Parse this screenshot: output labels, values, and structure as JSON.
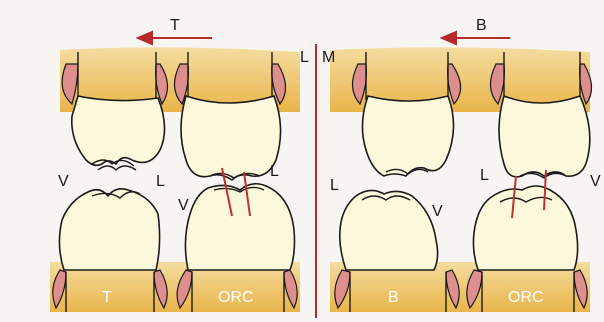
{
  "colors": {
    "background": "#f7f5f1",
    "crown": "#fbf8dc",
    "root": "#e9b54a",
    "gum": "#dc8f8d",
    "divider": "#b52a2a",
    "arrow": "#b52a2a",
    "contact_line": "#c0302e",
    "outline": "#1a1a1a"
  },
  "arrows": {
    "left": {
      "label": "T",
      "direction": "left"
    },
    "right": {
      "label": "B",
      "direction": "left"
    }
  },
  "divider": {
    "left_label": "L",
    "right_label": "M"
  },
  "panels": [
    {
      "tooth_label": "T",
      "side_labels": {
        "upper_left": "V",
        "upper_right": "L"
      }
    },
    {
      "tooth_label": "ORC",
      "side_labels": {
        "upper_left": "V",
        "upper_right": "L"
      }
    },
    {
      "tooth_label": "B",
      "side_labels": {
        "upper_left": "L",
        "upper_right": "V"
      }
    },
    {
      "tooth_label": "ORC",
      "side_labels": {
        "upper_left": "L",
        "upper_right": "V"
      }
    }
  ]
}
